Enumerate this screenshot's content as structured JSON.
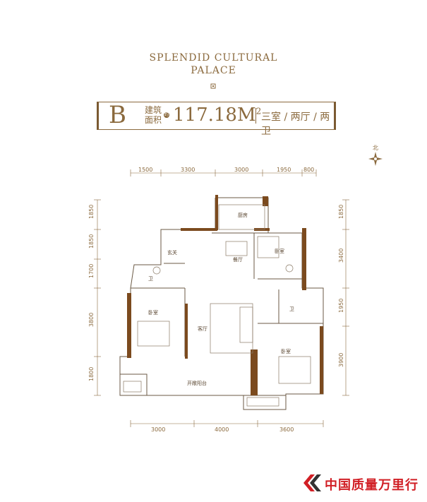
{
  "title": {
    "line1": "SPLENDID CULTURAL",
    "line2": "PALACE"
  },
  "spec": {
    "type": "B",
    "label_line1": "建筑",
    "label_line2": "面积",
    "unit_badge": "约",
    "area_value": "117.18",
    "area_unit": "M",
    "area_sup": "2",
    "layout": "三室 / 两厅 / 两卫"
  },
  "compass": {
    "north": "北"
  },
  "dimensions": {
    "top": [
      "1500",
      "3300",
      "3000",
      "1950",
      "800"
    ],
    "left": [
      "1850",
      "1850",
      "1700",
      "3800",
      "1800"
    ],
    "right": [
      "1850",
      "3400",
      "1950",
      "3900"
    ],
    "bottom": [
      "3000",
      "4000",
      "3600"
    ]
  },
  "rooms": {
    "kitchen": "厨房",
    "entrance": "玄关",
    "dining": "餐厅",
    "bedroom_ne": "卧室",
    "bath_w": "卫",
    "bath_e": "卫",
    "bedroom_w": "卧室",
    "living": "客厅",
    "bedroom_se": "卧室",
    "balcony": "开敞阳台"
  },
  "brand": {
    "text": "中国质量万里行"
  },
  "colors": {
    "accent": "#8b6a3e",
    "wall": "#7b4a1e",
    "brand_red": "#d11f25"
  }
}
